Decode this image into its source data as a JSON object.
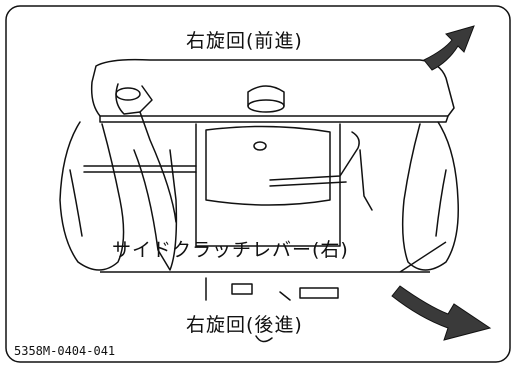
{
  "labels": {
    "turn_right_forward": "右旋回(前進)",
    "side_clutch_lever_right": "サイドクラッチレバー(右)",
    "turn_right_reverse": "右旋回(後進)",
    "figure_id": "5358M-0404-041"
  },
  "colors": {
    "line": "#111111",
    "arrow": "#3a3a3a",
    "background": "#ffffff"
  },
  "icons": {
    "arrow_top": "curved-arrow-up-right-icon",
    "arrow_bottom": "curved-arrow-down-right-icon"
  }
}
